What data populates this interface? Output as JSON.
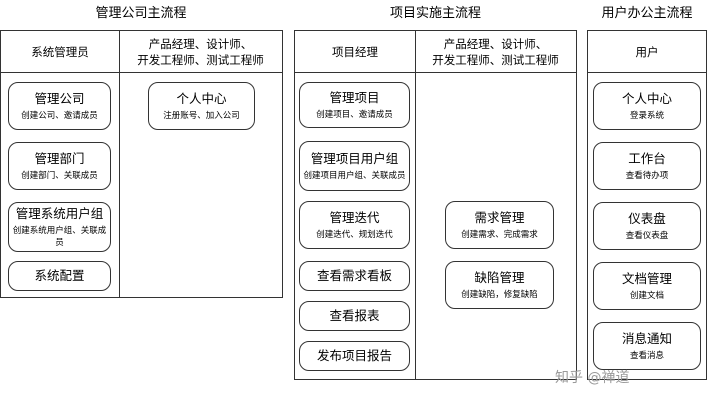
{
  "titles": {
    "company": "管理公司主流程",
    "project": "项目实施主流程",
    "user": "用户办公主流程"
  },
  "headers": {
    "sysadmin": "系统管理员",
    "roles_line1": "产品经理、设计师、",
    "roles_line2": "开发工程师、测试工程师",
    "pm": "项目经理",
    "roles2_line1": "产品经理、设计师、",
    "roles2_line2": "开发工程师、测试工程师",
    "user": "用户"
  },
  "company": {
    "admin_cards": [
      {
        "title": "管理公司",
        "sub": "创建公司、邀请成员"
      },
      {
        "title": "管理部门",
        "sub": "创建部门、关联成员"
      },
      {
        "title": "管理系统用户组",
        "sub": "创建系统用户组、关联成员"
      },
      {
        "title": "系统配置",
        "sub": ""
      }
    ],
    "role_cards": [
      {
        "title": "个人中心",
        "sub": "注册账号、加入公司"
      }
    ]
  },
  "project": {
    "pm_cards": [
      {
        "title": "管理项目",
        "sub": "创建项目、邀请成员"
      },
      {
        "title": "管理项目用户组",
        "sub": "创建项目用户组、关联成员"
      },
      {
        "title": "管理迭代",
        "sub": "创建迭代、规划迭代"
      },
      {
        "title": "查看需求看板",
        "sub": ""
      },
      {
        "title": "查看报表",
        "sub": ""
      },
      {
        "title": "发布项目报告",
        "sub": ""
      }
    ],
    "role_cards": [
      {
        "title": "需求管理",
        "sub": "创建需求、完成需求"
      },
      {
        "title": "缺陷管理",
        "sub": "创建缺陷，修复缺陷"
      }
    ]
  },
  "user": {
    "cards": [
      {
        "title": "个人中心",
        "sub": "登录系统"
      },
      {
        "title": "工作台",
        "sub": "查看待办项"
      },
      {
        "title": "仪表盘",
        "sub": "查看仪表盘"
      },
      {
        "title": "文档管理",
        "sub": "创建文档"
      },
      {
        "title": "消息通知",
        "sub": "查看消息"
      }
    ]
  },
  "watermark": "知乎 @禅道"
}
